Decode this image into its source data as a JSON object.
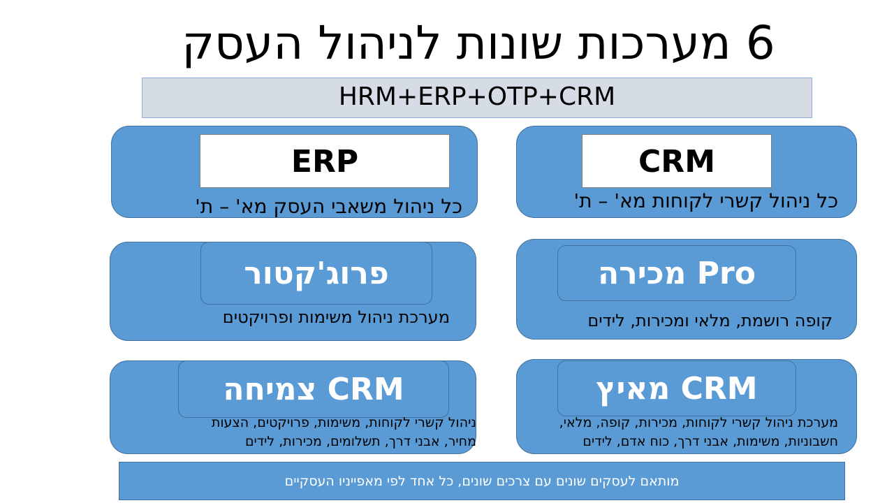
{
  "title": "6 מערכות שונות לניהול העסק",
  "subtitle": "HRM+ERP+OTP+CRM",
  "cards": {
    "crm": {
      "label": "CRM",
      "desc": "כל ניהול קשרי לקוחות מא' – ת'"
    },
    "erp": {
      "label": "ERP",
      "desc": "כל ניהול משאבי העסק מא' – ת'"
    },
    "mechira": {
      "label": "מכירה Pro",
      "desc": "קופה רושמת, מלאי ומכירות, לידים"
    },
    "projector": {
      "label": "פרוג'קטור",
      "desc": "מערכת ניהול משימות ופרויקטים"
    },
    "meitz": {
      "label": "מאיץ CRM",
      "desc_line1": "מערכת ניהול קשרי לקוחות, מכירות, קופה, מלאי,",
      "desc_line2": "חשבוניות, משימות, אבני דרך, כוח אדם, לידים"
    },
    "tzmicha": {
      "label": "צמיחה CRM",
      "desc_line1": "ניהול קשרי לקוחות, משימות, פרויקטים, הצעות",
      "desc_line2": "מחיר, אבני דרך, תשלומים, מכירות, לידים"
    }
  },
  "footer": "מותאם לעסקים שונים עם צרכים שונים, כל אחד לפי מאפייניו העסקיים",
  "colors": {
    "card_blue": "#5b9bd5",
    "card_border": "#41719c",
    "subtitle_bg": "#d6dce5"
  }
}
